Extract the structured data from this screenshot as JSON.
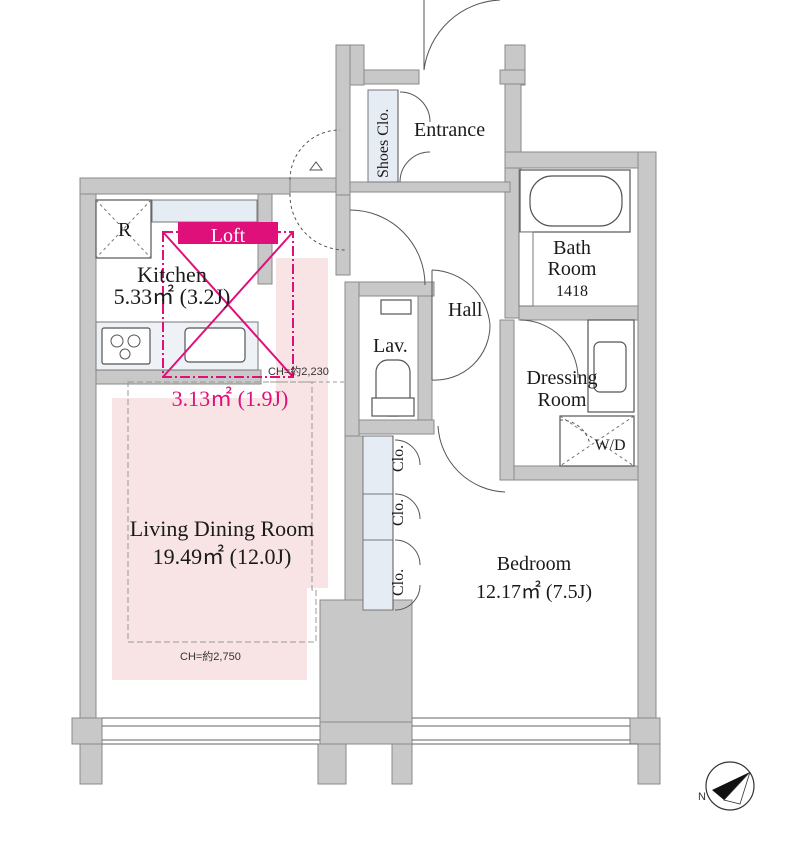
{
  "rooms": {
    "kitchen": {
      "name": "Kitchen",
      "area": "5.33㎡ (3.2J)"
    },
    "fridge": {
      "label": "R"
    },
    "loft": {
      "label": "Loft",
      "area": "3.13㎡ (1.9J)"
    },
    "living": {
      "name": "Living Dining Room",
      "area": "19.49㎡ (12.0J)",
      "ceiling": "CH=約2,750"
    },
    "ceiling_kitchen": "CH=約2,230",
    "entrance": {
      "name": "Entrance"
    },
    "shoes_closet": {
      "label": "Shoes Clo."
    },
    "bath": {
      "name_line1": "Bath",
      "name_line2": "Room",
      "size": "1418"
    },
    "hall": {
      "name": "Hall"
    },
    "lavatory": {
      "name": "Lav."
    },
    "dressing": {
      "name_line1": "Dressing",
      "name_line2": "Room"
    },
    "washer": {
      "label": "W/D"
    },
    "bedroom": {
      "name": "Bedroom",
      "area": "12.17㎡ (7.5J)"
    },
    "closets": [
      "Clo.",
      "Clo.",
      "Clo."
    ]
  },
  "compass": {
    "label": "N"
  },
  "colors": {
    "loft_accent": "#e0107a",
    "living_tint": "#f8e4e4",
    "wall": "#c8c8c8",
    "closet": "#e6ecf4"
  }
}
